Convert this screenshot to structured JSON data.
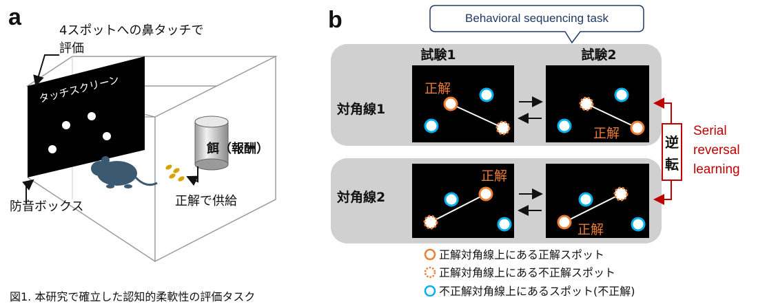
{
  "panel_a": {
    "letter": "a",
    "eval_label_line1": "4スポットへの鼻タッチで",
    "eval_label_line2": "評価",
    "screen_label": "タッチスクリーン",
    "reward_label": "餌（報酬）",
    "supply_label": "正解で供給",
    "box_label": "防音ボックス"
  },
  "panel_b": {
    "letter": "b",
    "callout": "Behavioral sequencing task",
    "trial1": "試験1",
    "trial2": "試験2",
    "row1": "対角線1",
    "row2": "対角線2",
    "correct": "正解",
    "reversal_char1": "逆",
    "reversal_char2": "転",
    "serial_line1": "Serial",
    "serial_line2": "reversal",
    "serial_line3": "learning"
  },
  "legend": [
    "正解対角線上にある正解スポット",
    "正解対角線上にある不正解スポット",
    "不正解対角線上にあるスポット(不正解)"
  ],
  "caption": "図1. 本研究で確立した認知的柔軟性の評価タスク",
  "colors": {
    "orange": "#ED7D31",
    "cyan": "#00B0F0",
    "red": "#C00000",
    "panel_gray": "#D0D0D0",
    "mouse": "#3B5A72",
    "callout_border": "#1F3864"
  }
}
